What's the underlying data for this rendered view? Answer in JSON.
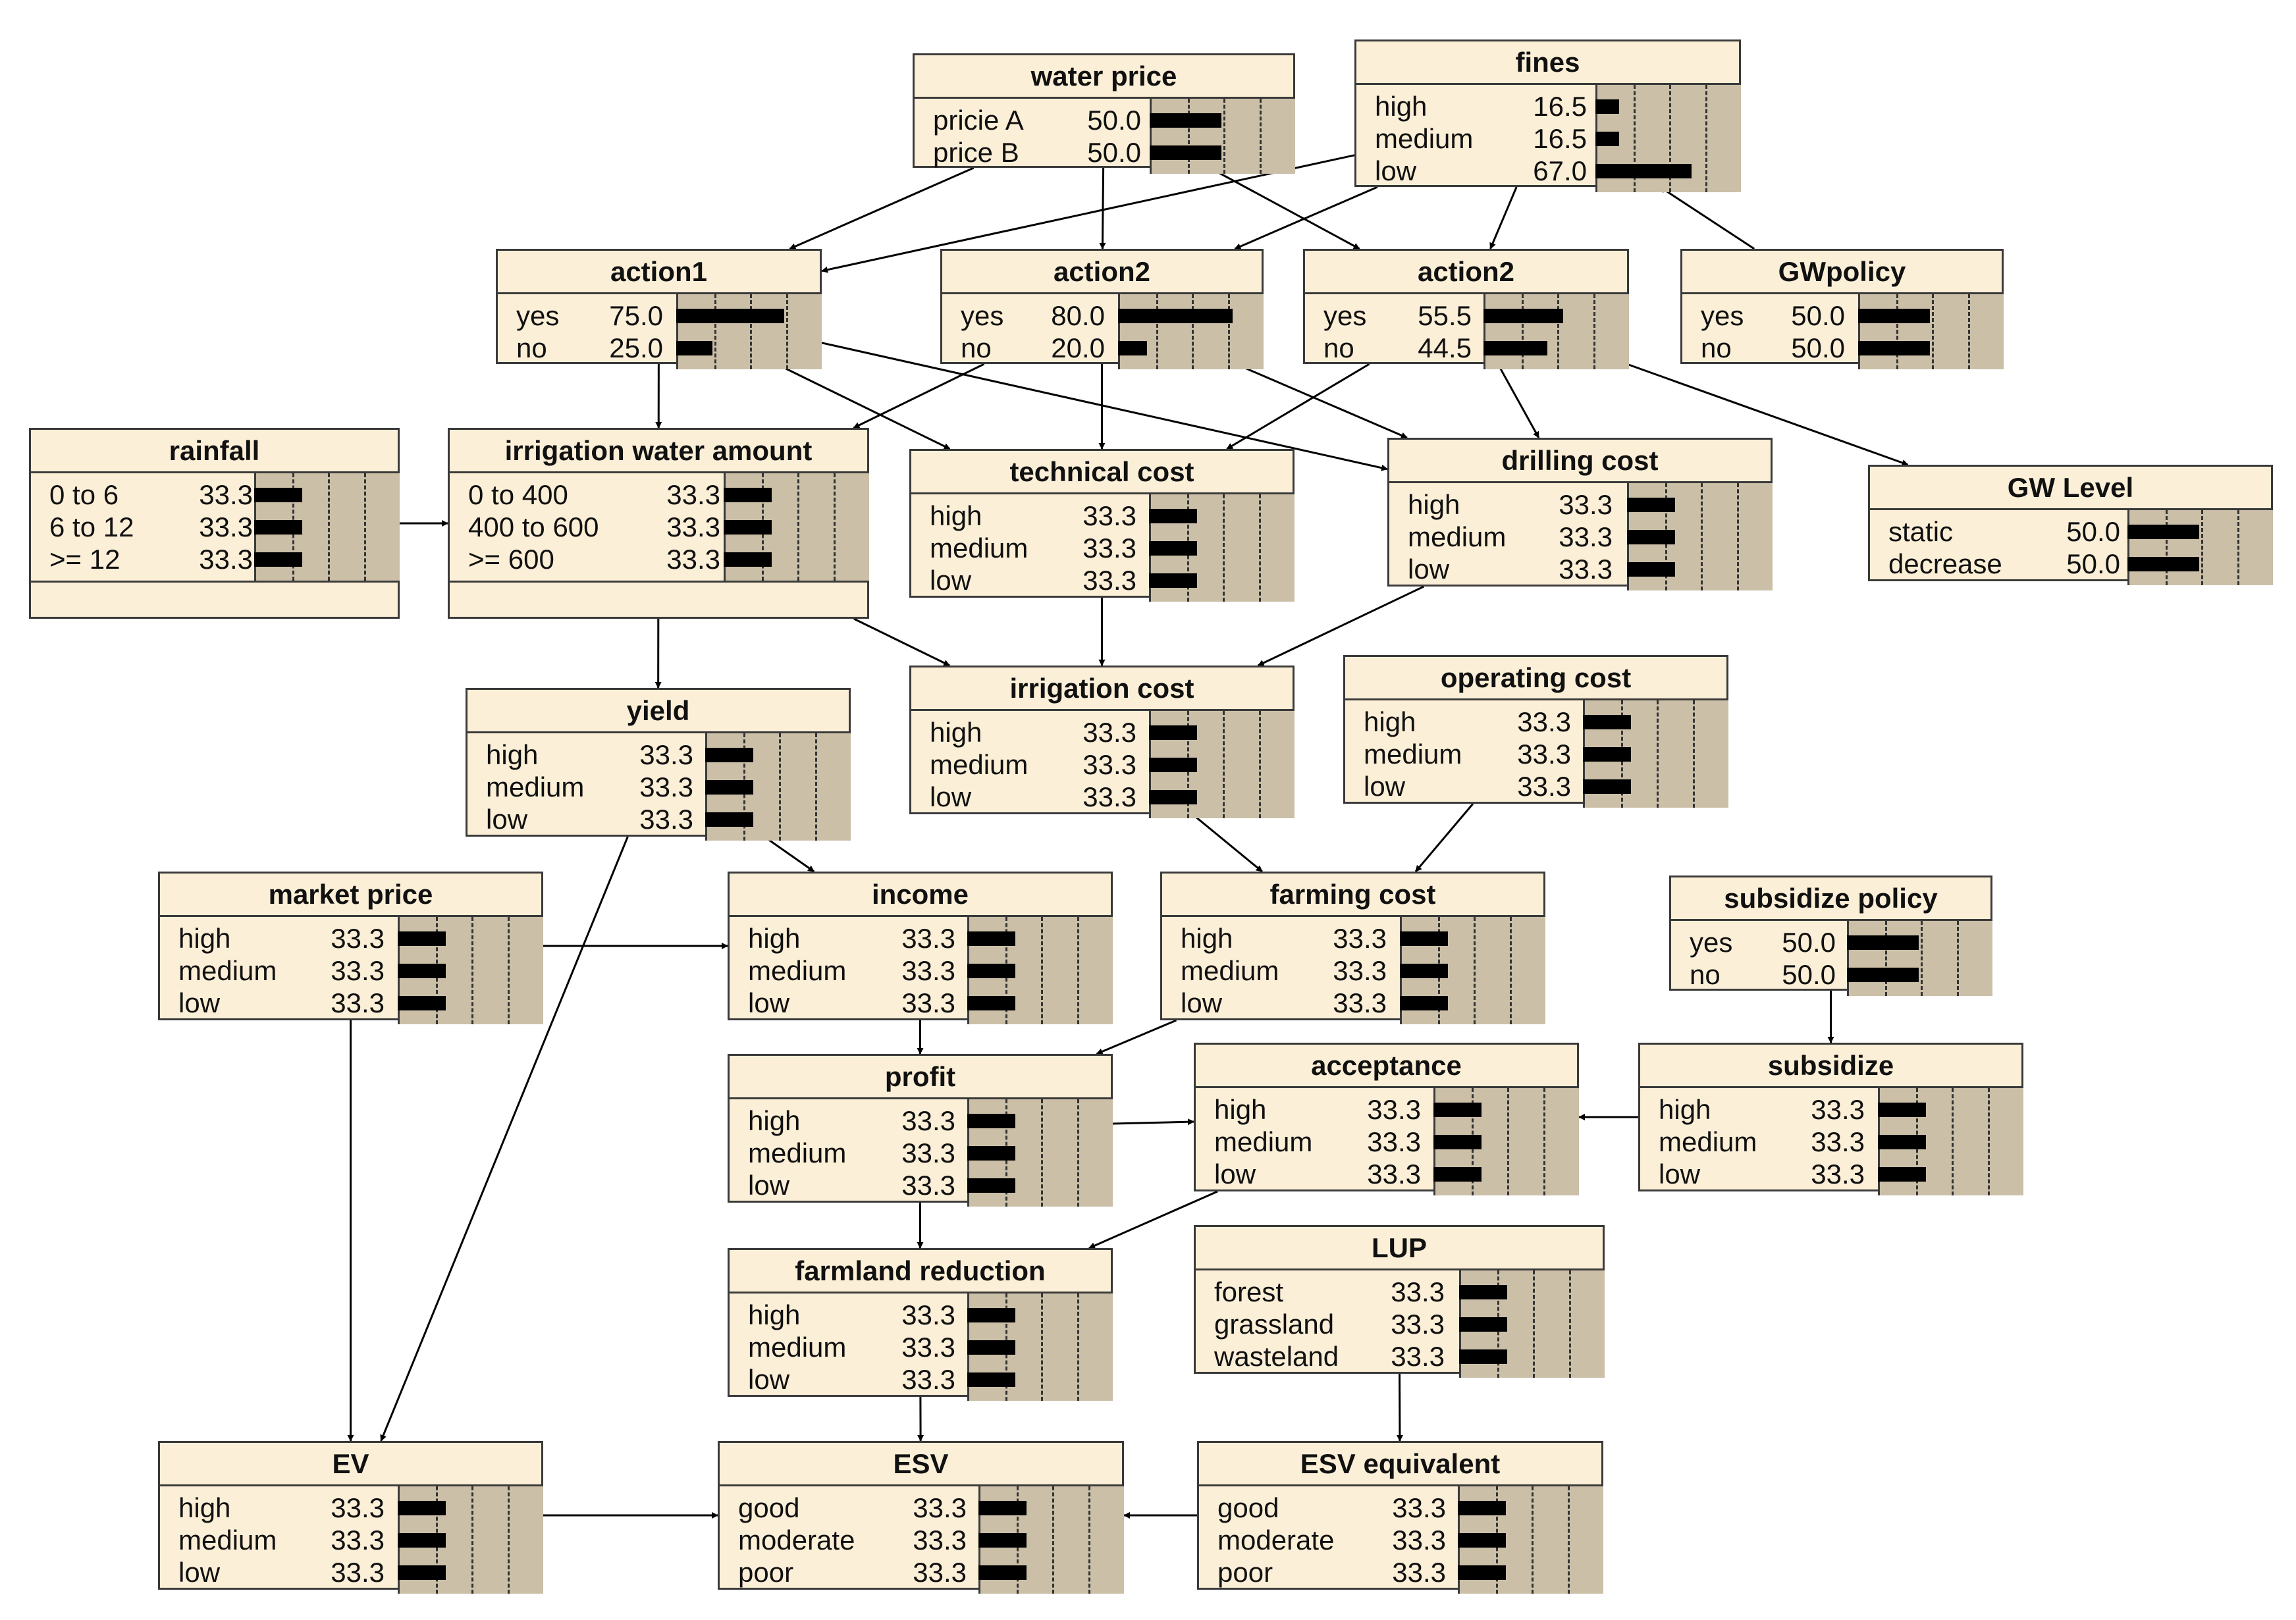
{
  "nodes": [
    {
      "id": "water_price",
      "title": "water price",
      "states": [
        {
          "label": "pricie A",
          "value": "50.0"
        },
        {
          "label": "price B",
          "value": "50.0"
        }
      ]
    },
    {
      "id": "fines",
      "title": "fines",
      "states": [
        {
          "label": "high",
          "value": "16.5"
        },
        {
          "label": "medium",
          "value": "16.5"
        },
        {
          "label": "low",
          "value": "67.0"
        }
      ]
    },
    {
      "id": "action1",
      "title": "action1",
      "states": [
        {
          "label": "yes",
          "value": "75.0"
        },
        {
          "label": "no",
          "value": "25.0"
        }
      ]
    },
    {
      "id": "action2a",
      "title": "action2",
      "states": [
        {
          "label": "yes",
          "value": "80.0"
        },
        {
          "label": "no",
          "value": "20.0"
        }
      ]
    },
    {
      "id": "action2b",
      "title": "action2",
      "states": [
        {
          "label": "yes",
          "value": "55.5"
        },
        {
          "label": "no",
          "value": "44.5"
        }
      ]
    },
    {
      "id": "gwpolicy",
      "title": "GWpolicy",
      "states": [
        {
          "label": "yes",
          "value": "50.0"
        },
        {
          "label": "no",
          "value": "50.0"
        }
      ]
    },
    {
      "id": "rainfall",
      "title": "rainfall",
      "states": [
        {
          "label": "0 to 6",
          "value": "33.3"
        },
        {
          "label": "6 to 12",
          "value": "33.3"
        },
        {
          "label": ">= 12",
          "value": "33.3"
        }
      ]
    },
    {
      "id": "irrigation_water_amount",
      "title": "irrigation water amount",
      "states": [
        {
          "label": "0 to 400",
          "value": "33.3"
        },
        {
          "label": "400 to 600",
          "value": "33.3"
        },
        {
          "label": ">= 600",
          "value": "33.3"
        }
      ]
    },
    {
      "id": "technical_cost",
      "title": "technical cost",
      "states": [
        {
          "label": "high",
          "value": "33.3"
        },
        {
          "label": "medium",
          "value": "33.3"
        },
        {
          "label": "low",
          "value": "33.3"
        }
      ]
    },
    {
      "id": "drilling_cost",
      "title": "drilling cost",
      "states": [
        {
          "label": "high",
          "value": "33.3"
        },
        {
          "label": "medium",
          "value": "33.3"
        },
        {
          "label": "low",
          "value": "33.3"
        }
      ]
    },
    {
      "id": "gw_level",
      "title": "GW Level",
      "states": [
        {
          "label": "static",
          "value": "50.0"
        },
        {
          "label": "decrease",
          "value": "50.0"
        }
      ]
    },
    {
      "id": "yield",
      "title": "yield",
      "states": [
        {
          "label": "high",
          "value": "33.3"
        },
        {
          "label": "medium",
          "value": "33.3"
        },
        {
          "label": "low",
          "value": "33.3"
        }
      ]
    },
    {
      "id": "irrigation_cost",
      "title": "irrigation cost",
      "states": [
        {
          "label": "high",
          "value": "33.3"
        },
        {
          "label": "medium",
          "value": "33.3"
        },
        {
          "label": "low",
          "value": "33.3"
        }
      ]
    },
    {
      "id": "operating_cost",
      "title": "operating cost",
      "states": [
        {
          "label": "high",
          "value": "33.3"
        },
        {
          "label": "medium",
          "value": "33.3"
        },
        {
          "label": "low",
          "value": "33.3"
        }
      ]
    },
    {
      "id": "market_price",
      "title": "market price",
      "states": [
        {
          "label": "high",
          "value": "33.3"
        },
        {
          "label": "medium",
          "value": "33.3"
        },
        {
          "label": "low",
          "value": "33.3"
        }
      ]
    },
    {
      "id": "income",
      "title": "income",
      "states": [
        {
          "label": "high",
          "value": "33.3"
        },
        {
          "label": "medium",
          "value": "33.3"
        },
        {
          "label": "low",
          "value": "33.3"
        }
      ]
    },
    {
      "id": "farming_cost",
      "title": "farming cost",
      "states": [
        {
          "label": "high",
          "value": "33.3"
        },
        {
          "label": "medium",
          "value": "33.3"
        },
        {
          "label": "low",
          "value": "33.3"
        }
      ]
    },
    {
      "id": "subsidize_policy",
      "title": "subsidize policy",
      "states": [
        {
          "label": "yes",
          "value": "50.0"
        },
        {
          "label": "no",
          "value": "50.0"
        }
      ]
    },
    {
      "id": "profit",
      "title": "profit",
      "states": [
        {
          "label": "high",
          "value": "33.3"
        },
        {
          "label": "medium",
          "value": "33.3"
        },
        {
          "label": "low",
          "value": "33.3"
        }
      ]
    },
    {
      "id": "acceptance",
      "title": "acceptance",
      "states": [
        {
          "label": "high",
          "value": "33.3"
        },
        {
          "label": "medium",
          "value": "33.3"
        },
        {
          "label": "low",
          "value": "33.3"
        }
      ]
    },
    {
      "id": "subsidize",
      "title": "subsidize",
      "states": [
        {
          "label": "high",
          "value": "33.3"
        },
        {
          "label": "medium",
          "value": "33.3"
        },
        {
          "label": "low",
          "value": "33.3"
        }
      ]
    },
    {
      "id": "farmland_reduction",
      "title": "farmland reduction",
      "states": [
        {
          "label": "high",
          "value": "33.3"
        },
        {
          "label": "medium",
          "value": "33.3"
        },
        {
          "label": "low",
          "value": "33.3"
        }
      ]
    },
    {
      "id": "lup",
      "title": "LUP",
      "states": [
        {
          "label": "forest",
          "value": "33.3"
        },
        {
          "label": "grassland",
          "value": "33.3"
        },
        {
          "label": "wasteland",
          "value": "33.3"
        }
      ]
    },
    {
      "id": "ev",
      "title": "EV",
      "states": [
        {
          "label": "high",
          "value": "33.3"
        },
        {
          "label": "medium",
          "value": "33.3"
        },
        {
          "label": "low",
          "value": "33.3"
        }
      ]
    },
    {
      "id": "esv",
      "title": "ESV",
      "states": [
        {
          "label": "good",
          "value": "33.3"
        },
        {
          "label": "moderate",
          "value": "33.3"
        },
        {
          "label": "poor",
          "value": "33.3"
        }
      ]
    },
    {
      "id": "esv_equivalent",
      "title": "ESV equivalent",
      "states": [
        {
          "label": "good",
          "value": "33.3"
        },
        {
          "label": "moderate",
          "value": "33.3"
        },
        {
          "label": "poor",
          "value": "33.3"
        }
      ]
    }
  ],
  "edges": [
    {
      "from": "water_price",
      "to": "action1"
    },
    {
      "from": "water_price",
      "to": "action2a"
    },
    {
      "from": "water_price",
      "to": "action2b"
    },
    {
      "from": "fines",
      "to": "action1"
    },
    {
      "from": "fines",
      "to": "action2a"
    },
    {
      "from": "fines",
      "to": "action2b"
    },
    {
      "from": "gwpolicy",
      "to": "fines"
    },
    {
      "from": "action1",
      "to": "irrigation_water_amount"
    },
    {
      "from": "action1",
      "to": "technical_cost"
    },
    {
      "from": "action1",
      "to": "drilling_cost"
    },
    {
      "from": "action2a",
      "to": "irrigation_water_amount"
    },
    {
      "from": "action2a",
      "to": "technical_cost"
    },
    {
      "from": "action2a",
      "to": "drilling_cost"
    },
    {
      "from": "action2b",
      "to": "technical_cost"
    },
    {
      "from": "action2b",
      "to": "drilling_cost"
    },
    {
      "from": "action2b",
      "to": "gw_level"
    },
    {
      "from": "rainfall",
      "to": "irrigation_water_amount"
    },
    {
      "from": "irrigation_water_amount",
      "to": "yield"
    },
    {
      "from": "irrigation_water_amount",
      "to": "irrigation_cost"
    },
    {
      "from": "technical_cost",
      "to": "irrigation_cost"
    },
    {
      "from": "drilling_cost",
      "to": "irrigation_cost"
    },
    {
      "from": "yield",
      "to": "income"
    },
    {
      "from": "yield",
      "to": "ev"
    },
    {
      "from": "irrigation_cost",
      "to": "farming_cost"
    },
    {
      "from": "operating_cost",
      "to": "farming_cost"
    },
    {
      "from": "market_price",
      "to": "income"
    },
    {
      "from": "market_price",
      "to": "ev"
    },
    {
      "from": "income",
      "to": "profit"
    },
    {
      "from": "farming_cost",
      "to": "profit"
    },
    {
      "from": "profit",
      "to": "acceptance"
    },
    {
      "from": "profit",
      "to": "farmland_reduction"
    },
    {
      "from": "subsidize_policy",
      "to": "subsidize"
    },
    {
      "from": "subsidize",
      "to": "acceptance"
    },
    {
      "from": "acceptance",
      "to": "farmland_reduction"
    },
    {
      "from": "farmland_reduction",
      "to": "esv"
    },
    {
      "from": "lup",
      "to": "esv_equivalent"
    },
    {
      "from": "esv_equivalent",
      "to": "esv"
    },
    {
      "from": "ev",
      "to": "esv"
    }
  ]
}
